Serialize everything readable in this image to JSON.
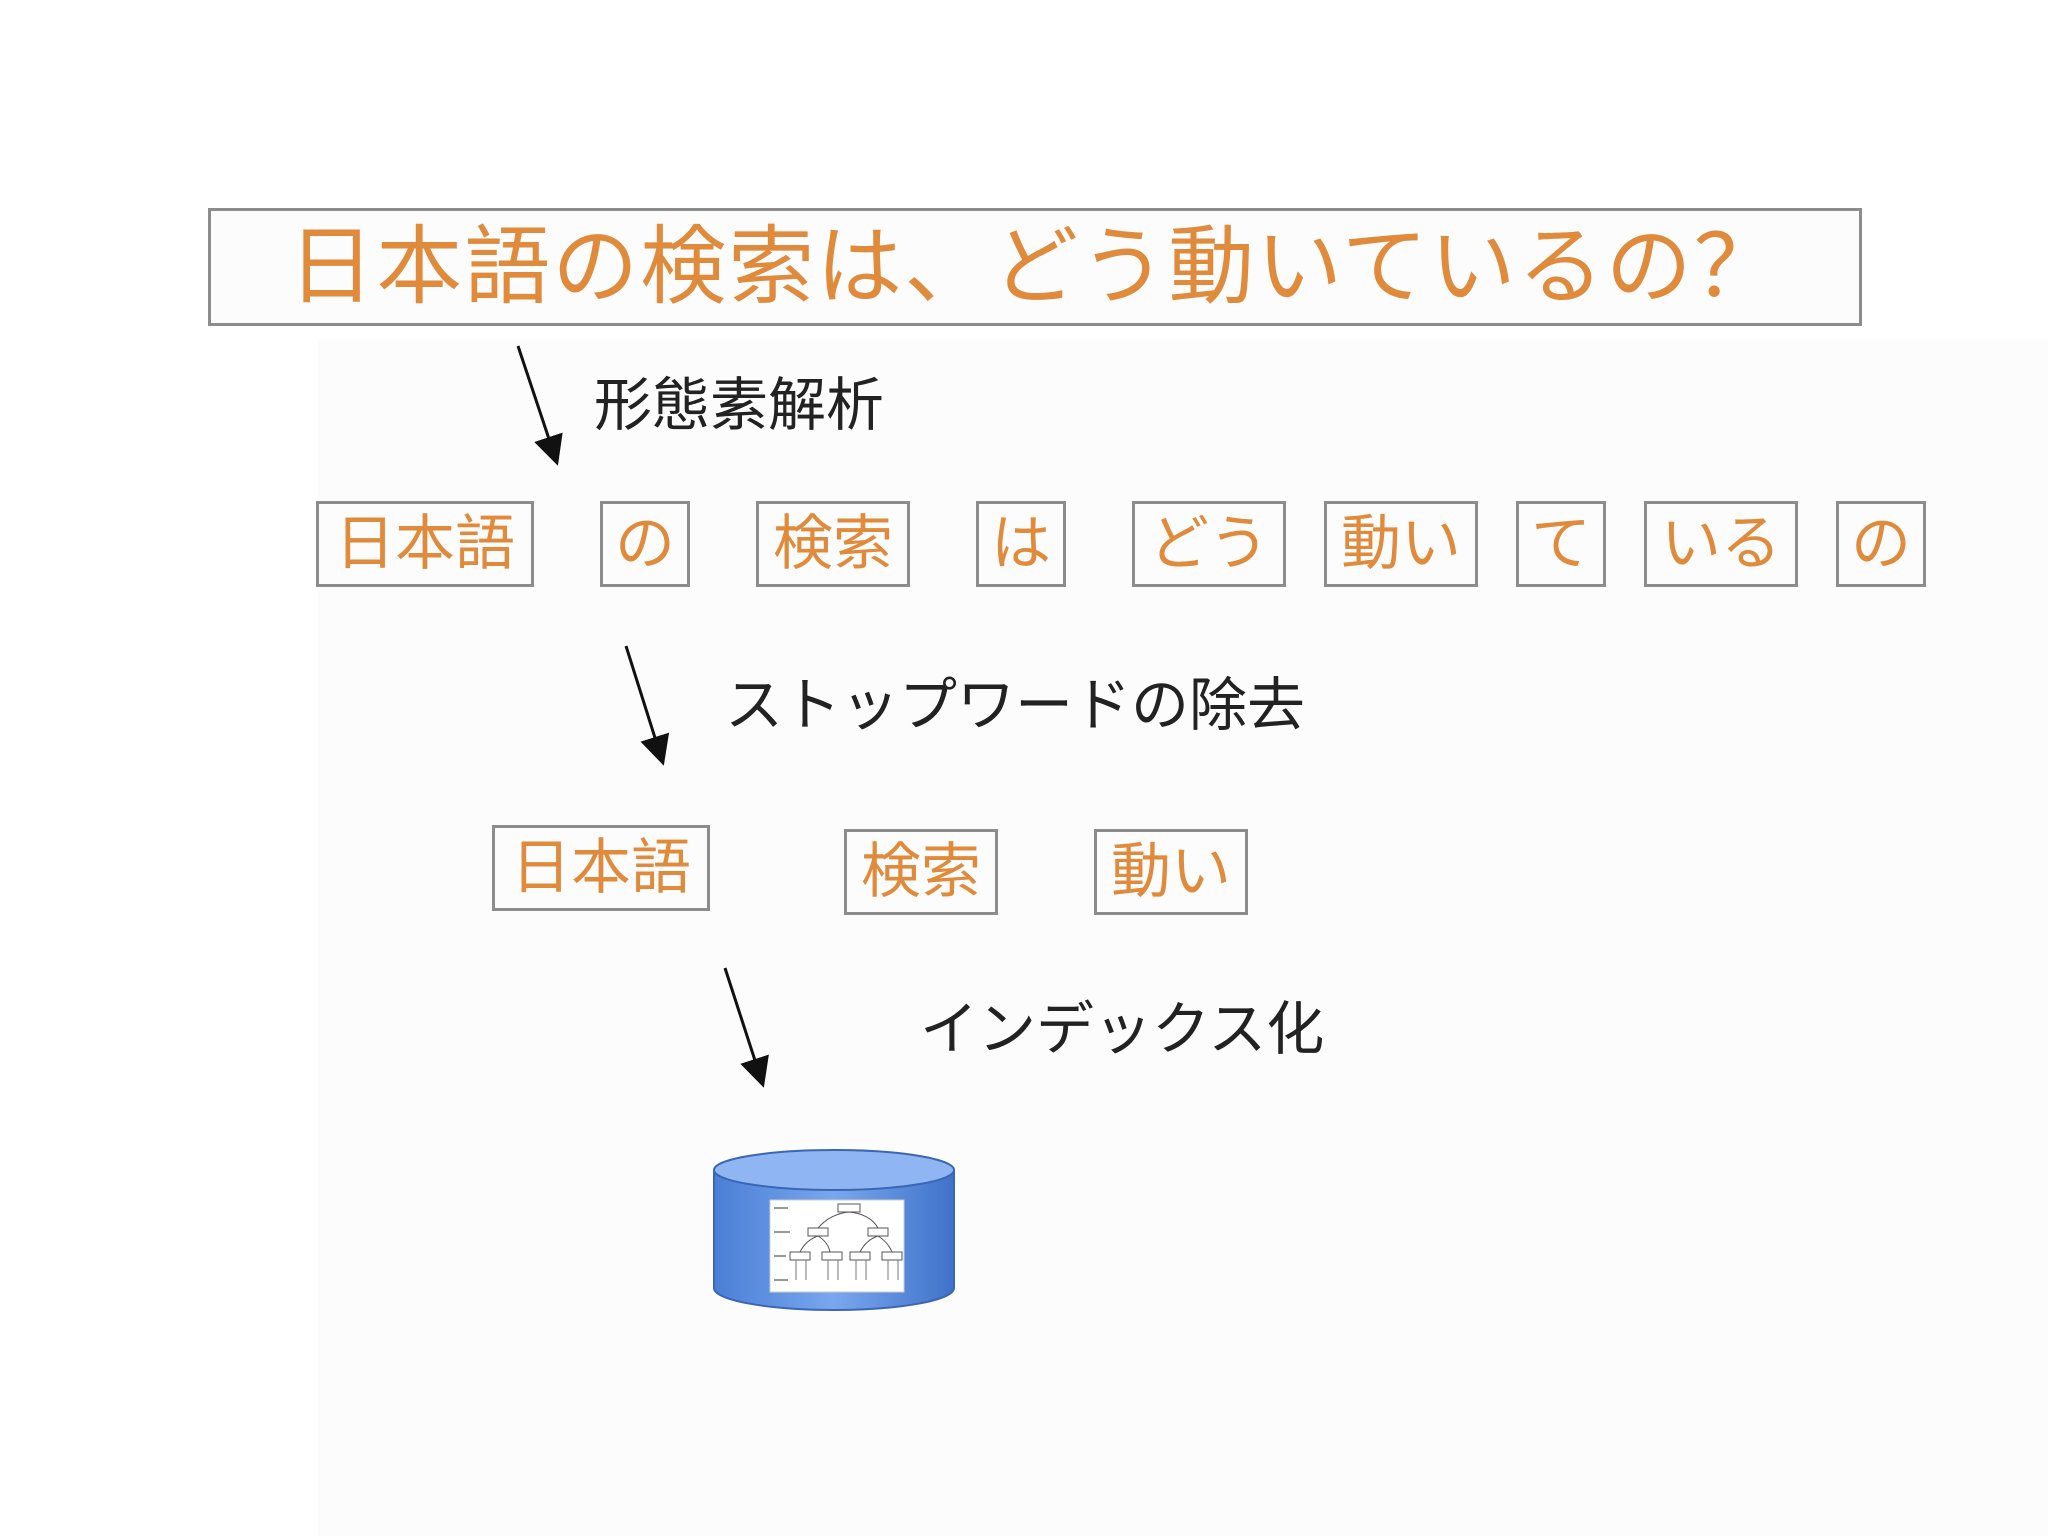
{
  "title": "日本語の検索は、どう動いているの？",
  "steps": {
    "morphological_analysis": "形態素解析",
    "stopword_removal": "ストップワードの除去",
    "indexing": "インデックス化"
  },
  "tokens": [
    "日本語",
    "の",
    "検索",
    "は",
    "どう",
    "動い",
    "て",
    "いる",
    "の"
  ],
  "filtered_tokens": [
    "日本語",
    "検索",
    "動い"
  ],
  "colors": {
    "token_text": "#e08a3c",
    "box_border": "#8c8c8c",
    "label_text": "#222222",
    "db_blue": "#5b8ee0"
  },
  "icons": {
    "arrow": "arrow-down-right-icon",
    "database": "database-icon"
  }
}
